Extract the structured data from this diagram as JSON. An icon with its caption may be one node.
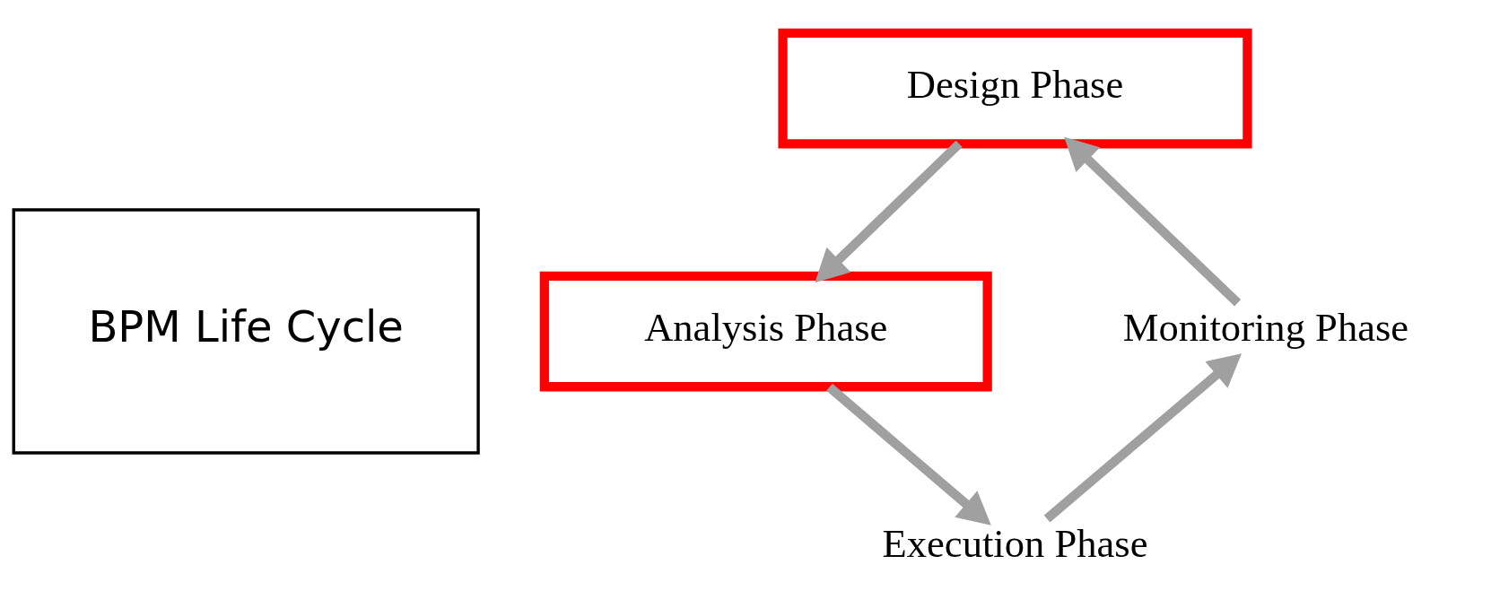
{
  "diagram": {
    "nodes": [
      {
        "text": [
          "BPM Life Cycle"
        ]
      },
      {
        "text": [
          "Design Phase"
        ]
      },
      {
        "text": [
          "Analysis Phase"
        ]
      },
      {
        "text": [
          "Execution Phase"
        ]
      },
      {
        "text": [
          "Monitoring Phase"
        ]
      }
    ],
    "edges": [
      {
        "from": 4,
        "to": 1,
        "arrow": "to"
      },
      {
        "from": 1,
        "to": 2,
        "arrow": "to"
      },
      {
        "from": 2,
        "to": 3,
        "arrow": "to"
      },
      {
        "from": 3,
        "to": 4,
        "arrow": "to"
      }
    ]
  }
}
